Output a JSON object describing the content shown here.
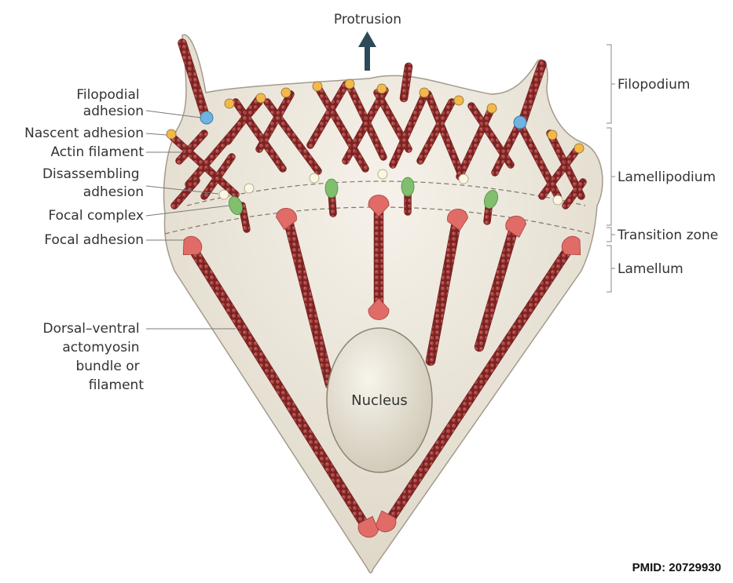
{
  "figure": {
    "top_label": "Protrusion",
    "nucleus_label": "Nucleus",
    "left_labels": [
      {
        "id": "filopodial",
        "lines": [
          "Filopodial",
          "adhesion"
        ]
      },
      {
        "id": "nascent",
        "lines": [
          "Nascent adhesion"
        ]
      },
      {
        "id": "actin",
        "lines": [
          "Actin filament"
        ]
      },
      {
        "id": "disassembling",
        "lines": [
          "Disassembling",
          "adhesion"
        ]
      },
      {
        "id": "focal-complex",
        "lines": [
          "Focal complex"
        ]
      },
      {
        "id": "focal-adhesion",
        "lines": [
          "Focal adhesion"
        ]
      },
      {
        "id": "dorsal-ventral",
        "lines": [
          "Dorsal–ventral",
          "actomyosin",
          "bundle or",
          "filament"
        ]
      }
    ],
    "right_labels": [
      {
        "id": "filopodium",
        "text": "Filopodium"
      },
      {
        "id": "lamellipodium",
        "text": "Lamellipodium"
      },
      {
        "id": "transition-zone",
        "text": "Transition zone"
      },
      {
        "id": "lamellum",
        "text": "Lamellum"
      }
    ],
    "citation": "PMID: 20729930"
  },
  "colors": {
    "cell_fill": "#ece7dc",
    "cell_stroke": "#a39b8c",
    "actin": "#7a2322",
    "actin_light": "#a84442",
    "nascent_adhesion": "#f2b84b",
    "filopodial_adhesion": "#6fb4e0",
    "disassembling_adhesion": "#fbf6e4",
    "focal_complex": "#7fbf6e",
    "focal_adhesion": "#e06b67",
    "nucleus": "#e4dfd2",
    "arrow": "#2c4a57"
  }
}
